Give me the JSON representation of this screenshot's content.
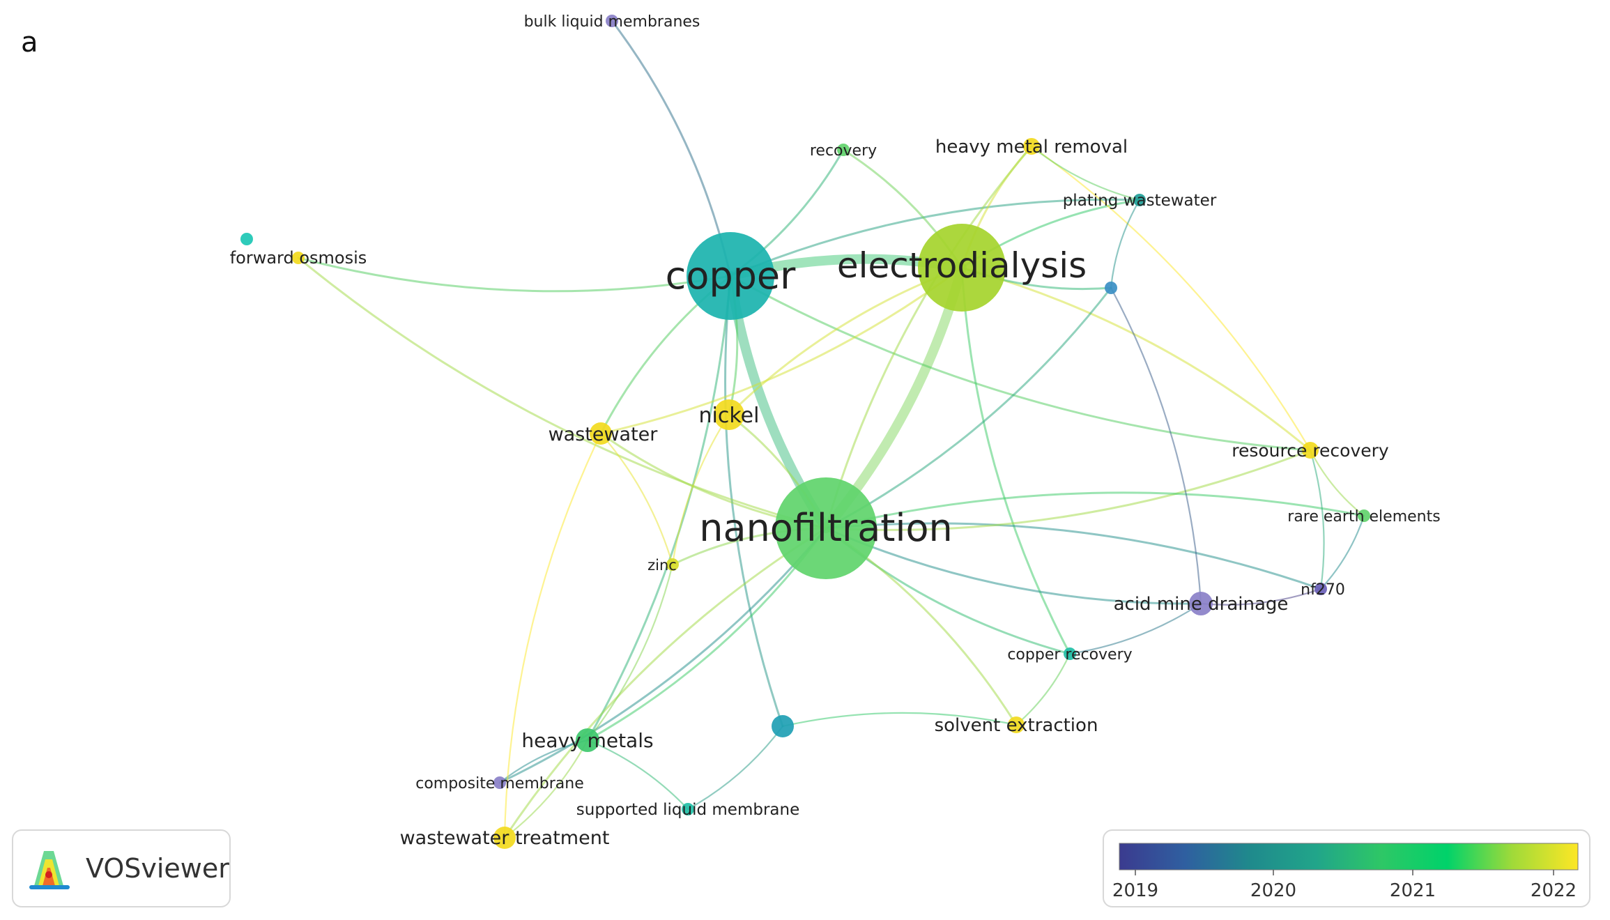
{
  "panel_label": "a",
  "logo": {
    "text": "VOSviewer"
  },
  "colors": {
    "y2019": "#443a83",
    "y2020": "#1f8a8c",
    "y2021": "#2ec766",
    "y2022": "#fde725"
  },
  "legend": {
    "ticks": [
      "2019",
      "2020",
      "2021",
      "2022"
    ],
    "gradient": [
      "#3b3b8f",
      "#2f5fa0",
      "#1f8a8c",
      "#21a58a",
      "#2ec766",
      "#00d26a",
      "#a0da39",
      "#fde725"
    ]
  },
  "nodes": [
    {
      "id": "copper",
      "label": "copper",
      "color": "#1bb3ae",
      "weight": 5,
      "year": 2020.3
    },
    {
      "id": "electrodialysis",
      "label": "electrodialysis",
      "color": "#a5d42d",
      "weight": 5,
      "year": 2021.6
    },
    {
      "id": "nanofiltration",
      "label": "nanofiltration",
      "color": "#5fd46b",
      "weight": 6,
      "year": 2021.1
    },
    {
      "id": "nickel",
      "label": "nickel",
      "color": "#f2da1e",
      "weight": 2,
      "year": 2022
    },
    {
      "id": "wastewater",
      "label": "wastewater",
      "color": "#f2da1e",
      "weight": 1.5,
      "year": 2022
    },
    {
      "id": "forward-osmosis",
      "label": "forward osmosis",
      "color": "#f2da1e",
      "weight": 1,
      "year": 2022
    },
    {
      "id": "forward-osmosis-2",
      "label": "",
      "color": "#1cc7b4",
      "weight": 1,
      "year": 2020.6
    },
    {
      "id": "bulk-liquid-membranes",
      "label": "bulk liquid membranes",
      "color": "#8a80c8",
      "weight": 1,
      "year": 2019
    },
    {
      "id": "recovery",
      "label": "recovery",
      "color": "#62d36c",
      "weight": 1,
      "year": 2021
    },
    {
      "id": "heavy-metal-removal",
      "label": "heavy metal removal",
      "color": "#f2da1e",
      "weight": 1.2,
      "year": 2022
    },
    {
      "id": "plating-wastewater",
      "label": "plating wastewater",
      "color": "#1f9f98",
      "weight": 1,
      "year": 2020.4
    },
    {
      "id": "unlabeled-blue",
      "label": "",
      "color": "#3b8fc4",
      "weight": 1,
      "year": 2019.8
    },
    {
      "id": "resource-recovery",
      "label": "resource recovery",
      "color": "#f2da1e",
      "weight": 1.2,
      "year": 2022
    },
    {
      "id": "rare-earth-elements",
      "label": "rare earth elements",
      "color": "#62d36c",
      "weight": 1,
      "year": 2021
    },
    {
      "id": "nf270",
      "label": "nf270",
      "color": "#6a5fb8",
      "weight": 1,
      "year": 2019
    },
    {
      "id": "acid-mine-drainage",
      "label": "acid mine drainage",
      "color": "#8a80c8",
      "weight": 1.6,
      "year": 2019
    },
    {
      "id": "copper-recovery",
      "label": "copper recovery",
      "color": "#1fbfa6",
      "weight": 1,
      "year": 2020.5
    },
    {
      "id": "solvent-extraction",
      "label": "solvent extraction",
      "color": "#f2da1e",
      "weight": 1.2,
      "year": 2022
    },
    {
      "id": "zinc",
      "label": "zinc",
      "color": "#d8dc2a",
      "weight": 1,
      "year": 2021.8
    },
    {
      "id": "heavy-metals",
      "label": "heavy metals",
      "color": "#3ec86c",
      "weight": 1.6,
      "year": 2021
    },
    {
      "id": "unlabeled-teal",
      "label": "",
      "color": "#1f9fb4",
      "weight": 1.4,
      "year": 2020
    },
    {
      "id": "composite-membrane",
      "label": "composite membrane",
      "color": "#8a80c8",
      "weight": 1,
      "year": 2019
    },
    {
      "id": "supported-liquid-membrane",
      "label": "supported liquid membrane",
      "color": "#1fbfa6",
      "weight": 1,
      "year": 2020.5
    },
    {
      "id": "wastewater-treatment",
      "label": "wastewater treatment",
      "color": "#f2da1e",
      "weight": 1.5,
      "year": 2022
    }
  ],
  "links": [
    [
      "copper",
      "electrodialysis"
    ],
    [
      "copper",
      "nanofiltration"
    ],
    [
      "electrodialysis",
      "nanofiltration"
    ],
    [
      "copper",
      "bulk-liquid-membranes"
    ],
    [
      "copper",
      "nickel"
    ],
    [
      "copper",
      "wastewater"
    ],
    [
      "copper",
      "forward-osmosis"
    ],
    [
      "copper",
      "recovery"
    ],
    [
      "copper",
      "heavy-metals"
    ],
    [
      "copper",
      "unlabeled-teal"
    ],
    [
      "copper",
      "plating-wastewater"
    ],
    [
      "copper",
      "resource-recovery"
    ],
    [
      "electrodialysis",
      "heavy-metal-removal"
    ],
    [
      "electrodialysis",
      "recovery"
    ],
    [
      "electrodialysis",
      "plating-wastewater"
    ],
    [
      "electrodialysis",
      "nickel"
    ],
    [
      "electrodialysis",
      "resource-recovery"
    ],
    [
      "electrodialysis",
      "unlabeled-blue"
    ],
    [
      "electrodialysis",
      "wastewater"
    ],
    [
      "electrodialysis",
      "copper-recovery"
    ],
    [
      "nanofiltration",
      "forward-osmosis"
    ],
    [
      "nanofiltration",
      "nickel"
    ],
    [
      "nanofiltration",
      "wastewater"
    ],
    [
      "nanofiltration",
      "zinc"
    ],
    [
      "nanofiltration",
      "heavy-metals"
    ],
    [
      "nanofiltration",
      "acid-mine-drainage"
    ],
    [
      "nanofiltration",
      "nf270"
    ],
    [
      "nanofiltration",
      "resource-recovery"
    ],
    [
      "nanofiltration",
      "rare-earth-elements"
    ],
    [
      "nanofiltration",
      "copper-recovery"
    ],
    [
      "nanofiltration",
      "solvent-extraction"
    ],
    [
      "nanofiltration",
      "unlabeled-blue"
    ],
    [
      "nanofiltration",
      "composite-membrane"
    ],
    [
      "nanofiltration",
      "wastewater-treatment"
    ],
    [
      "nanofiltration",
      "heavy-metal-removal"
    ],
    [
      "resource-recovery",
      "rare-earth-elements"
    ],
    [
      "resource-recovery",
      "nf270"
    ],
    [
      "resource-recovery",
      "heavy-metal-removal"
    ],
    [
      "rare-earth-elements",
      "nf270"
    ],
    [
      "acid-mine-drainage",
      "nf270"
    ],
    [
      "acid-mine-drainage",
      "copper-recovery"
    ],
    [
      "acid-mine-drainage",
      "unlabeled-blue"
    ],
    [
      "copper-recovery",
      "solvent-extraction"
    ],
    [
      "solvent-extraction",
      "unlabeled-teal"
    ],
    [
      "heavy-metals",
      "supported-liquid-membrane"
    ],
    [
      "heavy-metals",
      "composite-membrane"
    ],
    [
      "heavy-metals",
      "wastewater-treatment"
    ],
    [
      "heavy-metals",
      "zinc"
    ],
    [
      "unlabeled-teal",
      "supported-liquid-membrane"
    ],
    [
      "wastewater",
      "wastewater-treatment"
    ],
    [
      "wastewater",
      "zinc"
    ],
    [
      "nickel",
      "zinc"
    ],
    [
      "plating-wastewater",
      "heavy-metal-removal"
    ],
    [
      "plating-wastewater",
      "unlabeled-blue"
    ]
  ]
}
